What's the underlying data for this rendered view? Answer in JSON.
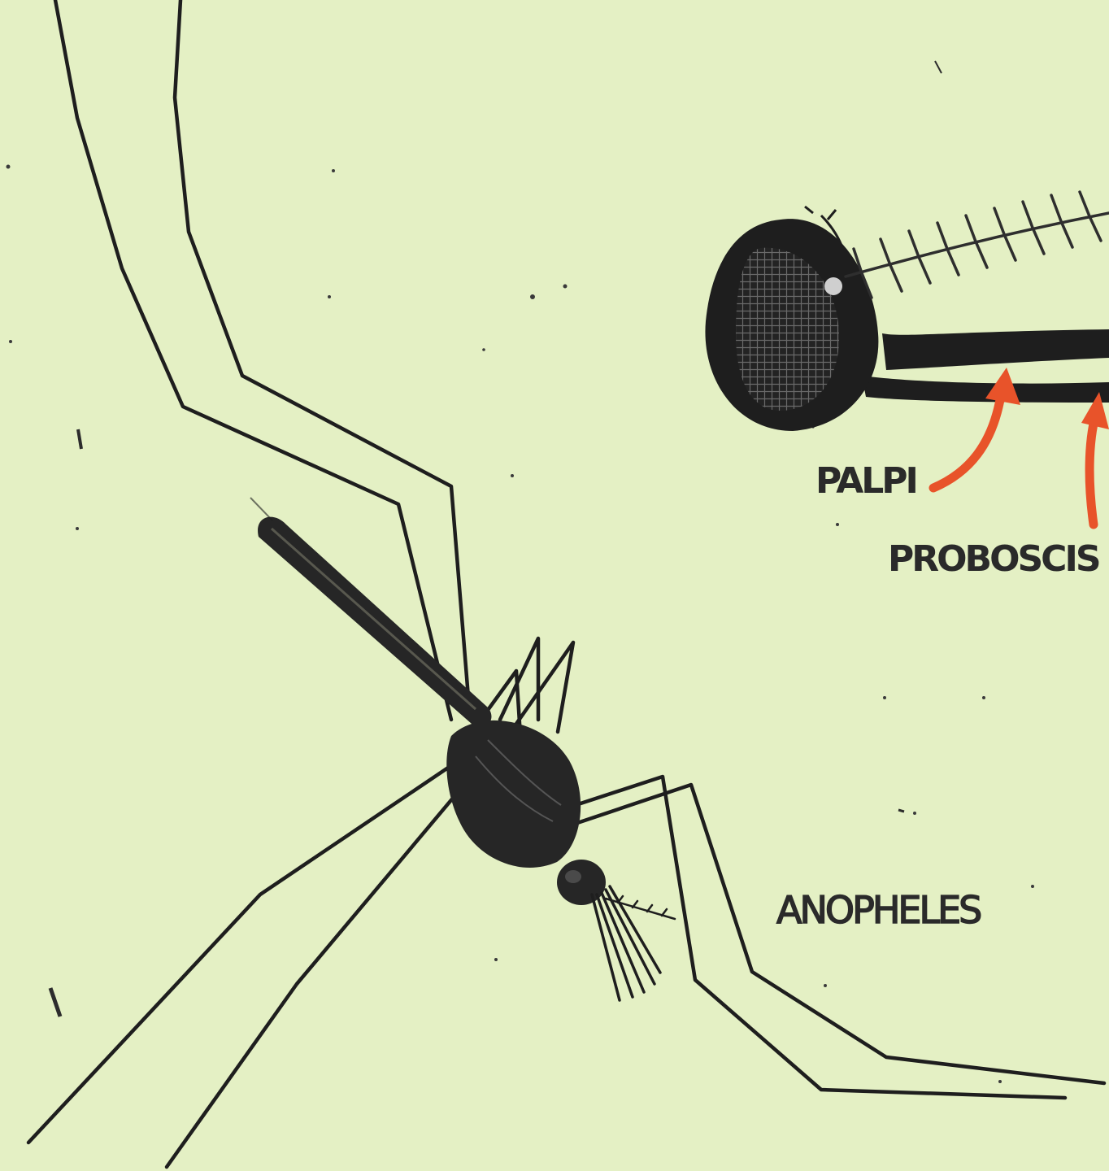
{
  "labels": {
    "palpi": "PALPI",
    "proboscis": "PROBOSCIS",
    "anopheles": "ANOPHELES"
  },
  "colors": {
    "background": "#e4f0c4",
    "ink": "#1e1e1e",
    "arrow": "#e8532a"
  }
}
